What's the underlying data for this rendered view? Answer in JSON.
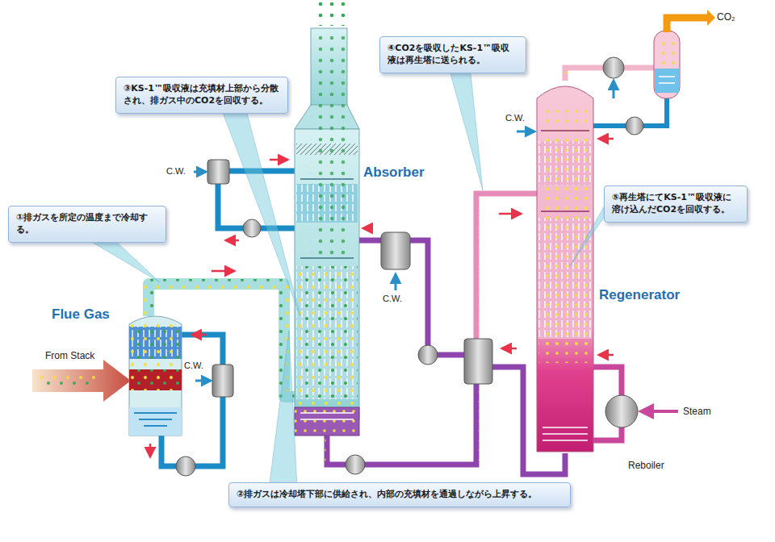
{
  "diagram": {
    "nodes": [
      {
        "text": [
          "④CO2を吸収したKS-1™吸収液は再生塔に送られる。"
        ]
      },
      {
        "text": [
          "③KS-1™吸収液は充填材上部から分散され、排ガス中のCO2を回収する。"
        ]
      },
      {
        "text": [
          "⑤再生塔にてKS-1™吸収液に溶け込んだCO2を回収する。"
        ]
      },
      {
        "text": [
          "①排ガスを所定の温度まで冷却する。"
        ]
      },
      {
        "text": [
          "②排ガスは冷却塔下部に供給され、内部の充填材を通過しながら上昇する。"
        ]
      }
    ],
    "labels": [
      "CO₂",
      "C.W.",
      "C.W.",
      "Absorber",
      "Regenerator",
      "C.W.",
      "Flue Gas",
      "From Stack",
      "C.W.",
      "Steam",
      "Reboiler"
    ]
  }
}
